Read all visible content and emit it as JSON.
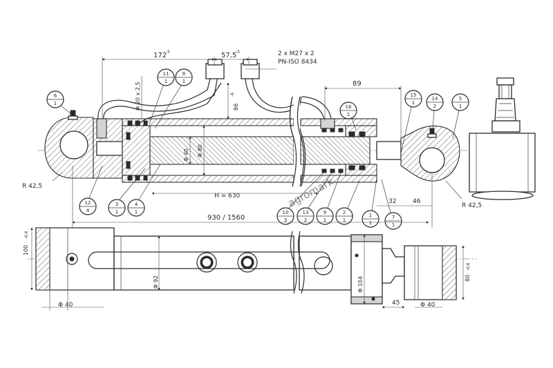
{
  "watermark": "agromark",
  "dimensions": {
    "d172": "172",
    "d172_tol": "-5",
    "d57_5": "57,5",
    "d57_5_tol": "-5",
    "port_thread": "2 x M27 x 2",
    "port_standard": "PN-ISO 8434",
    "d89": "89",
    "d_phi_20x25": "Φ 20 x 2,5",
    "d86": "86",
    "d86_tol": "-6",
    "d_phi40_rod": "Φ 40",
    "d_phi80": "Φ 80",
    "stroke": "H = 630",
    "r425_left": "R 42,5",
    "r425_right": "R 42,5",
    "d32": "32",
    "d46": "46",
    "length": "930 / 1560",
    "d100": "100",
    "d100_tol": "-0,6",
    "d_phi92": "Φ 92",
    "d_phi104": "Φ 104",
    "d45": "45",
    "d80": "80",
    "d80_tol": "-0,6",
    "d_phi40_left": "Φ 40",
    "d_phi40_right": "Φ 40"
  },
  "balloons": [
    {
      "num": "6",
      "qty": "1"
    },
    {
      "num": "11",
      "qty": "1"
    },
    {
      "num": "8",
      "qty": "1"
    },
    {
      "num": "16",
      "qty": "1"
    },
    {
      "num": "15",
      "qty": "1"
    },
    {
      "num": "14",
      "qty": "2"
    },
    {
      "num": "5",
      "qty": "1"
    },
    {
      "num": "12",
      "qty": "4"
    },
    {
      "num": "3",
      "qty": "1"
    },
    {
      "num": "4",
      "qty": "1"
    },
    {
      "num": "10",
      "qty": "3"
    },
    {
      "num": "13",
      "qty": "2"
    },
    {
      "num": "9",
      "qty": "1"
    },
    {
      "num": "2",
      "qty": "1"
    },
    {
      "num": "1",
      "qty": "1"
    },
    {
      "num": "7",
      "qty": "1"
    }
  ]
}
